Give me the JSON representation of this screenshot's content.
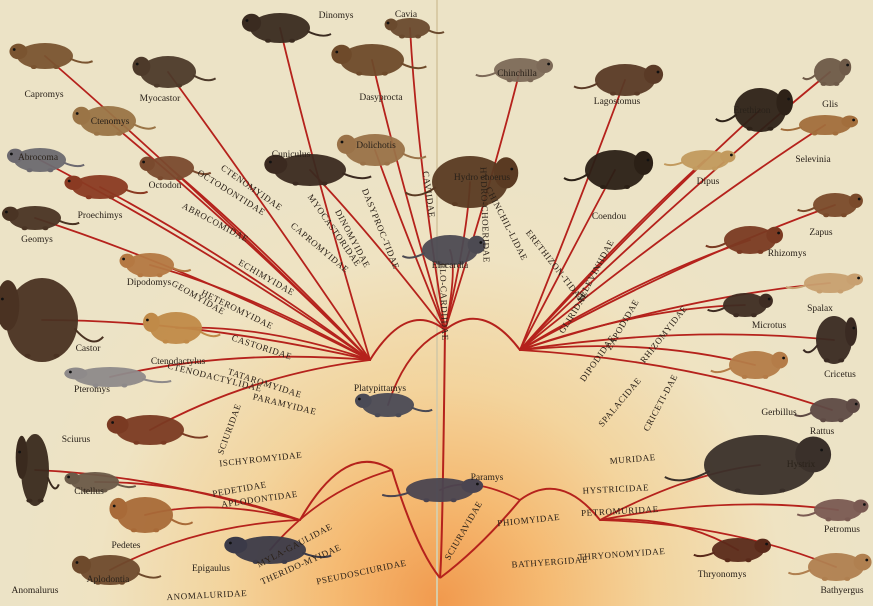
{
  "title": "",
  "colors": {
    "background": "#efe6c9",
    "branch": "#b5221c",
    "glow_center": "#f3a45c",
    "animal_dark": "#3b2a1c",
    "animal_mid": "#6b4a2c",
    "animal_rust": "#8b3a22",
    "animal_grey": "#5d5a60",
    "animal_tan": "#b98a50"
  },
  "genera": [
    {
      "label": "Capromys"
    },
    {
      "label": "Myocastor"
    },
    {
      "label": "Dinomys"
    },
    {
      "label": "Cavia"
    },
    {
      "label": "Chinchilla"
    },
    {
      "label": "Lagostomus"
    },
    {
      "label": "Erethizon"
    },
    {
      "label": "Glis"
    },
    {
      "label": "Ctenomys"
    },
    {
      "label": "Dasyprocta"
    },
    {
      "label": "Abrocoma"
    },
    {
      "label": "Cuniculus"
    },
    {
      "label": "Dolichotis"
    },
    {
      "label": "Hydro choerus"
    },
    {
      "label": "Dipus"
    },
    {
      "label": "Selevinia"
    },
    {
      "label": "Octodon"
    },
    {
      "label": "Coendou"
    },
    {
      "label": "Proechimys"
    },
    {
      "label": "Zapus"
    },
    {
      "label": "Geomys"
    },
    {
      "label": "Elocardia"
    },
    {
      "label": "Rhizomys"
    },
    {
      "label": "Dipodomys"
    },
    {
      "label": "Spalax"
    },
    {
      "label": "Microtus"
    },
    {
      "label": "Castor"
    },
    {
      "label": "Ctenodactylus"
    },
    {
      "label": "Cricetus"
    },
    {
      "label": "Platypittamys"
    },
    {
      "label": "Pteromys"
    },
    {
      "label": "Gerbillus"
    },
    {
      "label": "Rattus"
    },
    {
      "label": "Sciurus"
    },
    {
      "label": "Hystrix"
    },
    {
      "label": "Citellus"
    },
    {
      "label": "Paramys"
    },
    {
      "label": "Pedetes"
    },
    {
      "label": "Petromus"
    },
    {
      "label": "Epigaulus"
    },
    {
      "label": "Aplodontia"
    },
    {
      "label": "Thryonomys"
    },
    {
      "label": "Anomalurus"
    },
    {
      "label": "Bathyergus"
    }
  ],
  "families": [
    {
      "label": "CTENOMYIDAE"
    },
    {
      "label": "OCTODONTIDAE"
    },
    {
      "label": "ABROCOMIDAE"
    },
    {
      "label": "ECHIMYIDAE"
    },
    {
      "label": "CAPROMYIDAE"
    },
    {
      "label": "MYOCASTORIDAE"
    },
    {
      "label": "DINOMYIDAE"
    },
    {
      "label": "DASYPROC-TIDAE"
    },
    {
      "label": "CAVIIDAE"
    },
    {
      "label": "HYDRO-CHOERIDAE"
    },
    {
      "label": "CHINCHIL-LIDAE"
    },
    {
      "label": "ERETHIZON-TIDAE"
    },
    {
      "label": "GEOMYIDAE"
    },
    {
      "label": "HETEROMYIDAE"
    },
    {
      "label": "CASTORIDAE"
    },
    {
      "label": "TATAROMYIDAE"
    },
    {
      "label": "PARAMYIDAE"
    },
    {
      "label": "CTENODACTYLIDAE"
    },
    {
      "label": "SCIURIDAE"
    },
    {
      "label": "ISCHYROMYIDAE"
    },
    {
      "label": "PEDETIDAE"
    },
    {
      "label": "APLODONTIDAE"
    },
    {
      "label": "MYLA-GAULIDAE"
    },
    {
      "label": "THERIDO-MYIDAE"
    },
    {
      "label": "PSEUDOSCIURIDAE"
    },
    {
      "label": "ANOMALURIDAE"
    },
    {
      "label": "SCIURAVIDAE"
    },
    {
      "label": "GLIRIDAE"
    },
    {
      "label": "SELEVINIIDAE"
    },
    {
      "label": "DIPODIDAE"
    },
    {
      "label": "ZAPODIDAE"
    },
    {
      "label": "RHIZOMYIDAE"
    },
    {
      "label": "SPALACIDAE"
    },
    {
      "label": "CRICETI-DAE"
    },
    {
      "label": "MURIDAE"
    },
    {
      "label": "HYSTRICIDAE"
    },
    {
      "label": "PETROMURIDAE"
    },
    {
      "label": "PHIOMYIDAE"
    },
    {
      "label": "THRYONOMYIDAE"
    },
    {
      "label": "BATHYERGIDAE"
    },
    {
      "label": "ELO-CARDIIDAE"
    }
  ]
}
